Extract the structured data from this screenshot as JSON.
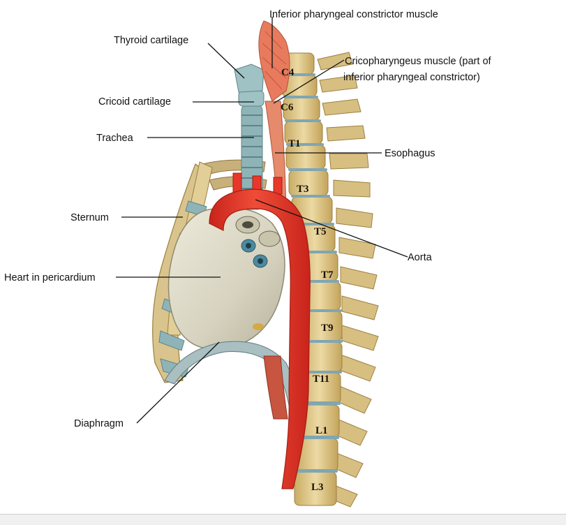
{
  "labels": {
    "inferior_pharyngeal": "Inferior pharyngeal constrictor muscle",
    "thyroid": "Thyroid cartilage",
    "cricopharyngeus_line1": "Cricopharyngeus muscle (part of",
    "cricopharyngeus_line2": "inferior pharyngeal constrictor)",
    "cricoid": "Cricoid cartilage",
    "trachea": "Trachea",
    "esophagus": "Esophagus",
    "sternum": "Sternum",
    "aorta": "Aorta",
    "heart": "Heart in pericardium",
    "diaphragm": "Diaphragm"
  },
  "vertebrae": {
    "c4": "C4",
    "c6": "C6",
    "t1": "T1",
    "t3": "T3",
    "t5": "T5",
    "t7": "T7",
    "t9": "T9",
    "t11": "T11",
    "l1": "L1",
    "l3": "L3"
  },
  "colors": {
    "bone": "#e3cc8f",
    "bone_dark": "#b79a55",
    "cartilage": "#8fb4b8",
    "aorta": "#e8382b",
    "muscle": "#e87a5e",
    "heart": "#d9d6c4",
    "disc": "#7fa6b3"
  }
}
